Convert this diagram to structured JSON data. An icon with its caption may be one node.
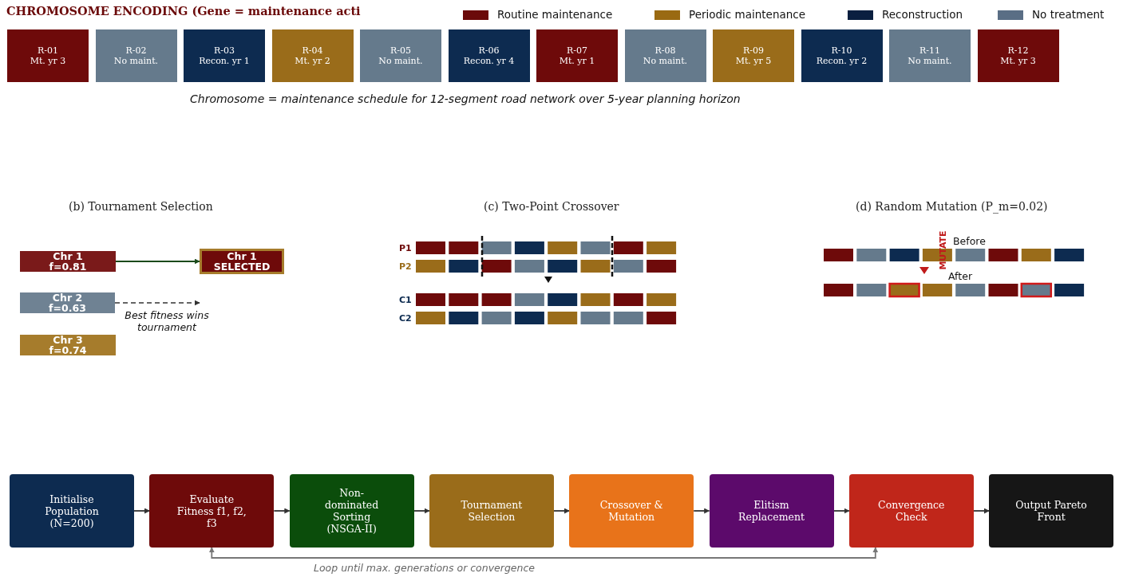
{
  "diagram": {
    "title": "CHROMOSOME ENCODING (Gene = maintenance acti",
    "nodes": [
      {
        "text": [
          "R-01",
          "Mt. yr 3"
        ]
      },
      {
        "text": [
          "R-02",
          "No maint."
        ]
      },
      {
        "text": [
          "R-03",
          "Recon. yr 1"
        ]
      },
      {
        "text": [
          "R-04",
          "Mt. yr 2"
        ]
      },
      {
        "text": [
          "R-05",
          "No maint."
        ]
      },
      {
        "text": [
          "R-06",
          "Recon. yr 4"
        ]
      },
      {
        "text": [
          "R-07",
          "Mt. yr 1"
        ]
      },
      {
        "text": [
          "R-08",
          "No maint."
        ]
      },
      {
        "text": [
          "R-09",
          "Mt. yr 5"
        ]
      },
      {
        "text": [
          "R-10",
          "Recon. yr 2"
        ]
      },
      {
        "text": [
          "R-11",
          "No maint."
        ]
      },
      {
        "text": [
          "R-12",
          "Mt. yr 3"
        ]
      },
      {
        "text": [
          "Chr 1",
          "f=0.81"
        ]
      },
      {
        "text": [
          "Chr 1",
          "SELECTED"
        ]
      },
      {
        "text": [
          "Chr 2",
          "f=0.63"
        ]
      },
      {
        "text": [
          "Chr 3",
          "f=0.74"
        ]
      },
      {
        "text": [
          "Initialise Population (N=200)"
        ]
      },
      {
        "text": [
          "Evaluate Fitness f1, f2, f3"
        ]
      },
      {
        "text": [
          "Non-dominated Sorting (NSGA-II)"
        ]
      },
      {
        "text": [
          "Tournament Selection"
        ]
      },
      {
        "text": [
          "Crossover & Mutation"
        ]
      },
      {
        "text": [
          "Elitism Replacement"
        ]
      },
      {
        "text": [
          "Convergence Check"
        ]
      },
      {
        "text": [
          "Output Pareto Front"
        ]
      }
    ],
    "edges": [
      {
        "from": 12,
        "to": 13,
        "arrow": "to",
        "color": "#1b4a1b"
      },
      {
        "from": 14,
        "to": null,
        "arrow": "to",
        "style": "dashed",
        "label": "Best fitness wins tournament"
      },
      {
        "from": 16,
        "to": 17,
        "arrow": "to"
      },
      {
        "from": 17,
        "to": 18,
        "arrow": "to"
      },
      {
        "from": 18,
        "to": 19,
        "arrow": "to"
      },
      {
        "from": 19,
        "to": 20,
        "arrow": "to"
      },
      {
        "from": 20,
        "to": 21,
        "arrow": "to"
      },
      {
        "from": 21,
        "to": 22,
        "arrow": "to"
      },
      {
        "from": 22,
        "to": 23,
        "arrow": "to"
      },
      {
        "from": 22,
        "to": 17,
        "arrow": "both",
        "color": "#777777",
        "label": "Loop until max. generations or convergence"
      }
    ],
    "labels": [
      "Chromosome = maintenance schedule for 12-segment road network over 5-year planning horizon",
      "(b) Tournament Selection",
      "(c) Two-Point Crossover",
      "(d) Random Mutation (P_m=0.02)",
      "P1",
      "P2",
      "C1",
      "C2",
      "Before",
      "MUTATE",
      "After"
    ],
    "legend": [
      {
        "text": "Routine maintenance",
        "color": "#6b0a0a"
      },
      {
        "text": "Periodic maintenance",
        "color": "#9a6a12"
      },
      {
        "text": "Reconstruction",
        "color": "#0a1f40"
      },
      {
        "text": "No treatment",
        "color": "#5a6e85"
      }
    ]
  }
}
